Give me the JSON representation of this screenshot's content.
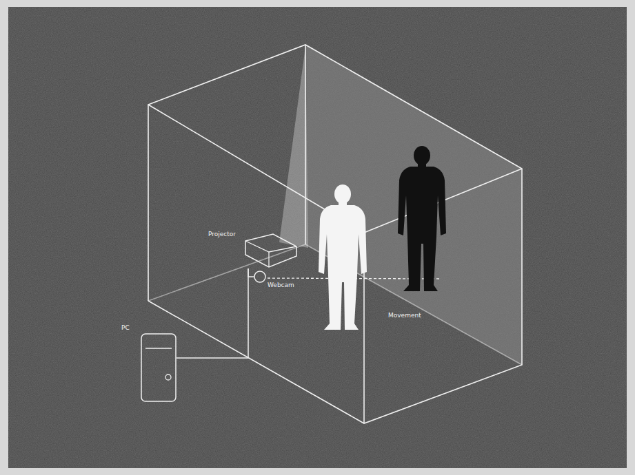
{
  "diagram": {
    "nodes": [
      {
        "text": [
          "Projector"
        ]
      },
      {
        "text": [
          "Webcam"
        ]
      },
      {
        "text": [
          "PC"
        ]
      }
    ],
    "edges": [
      {
        "from": 2,
        "to": 0,
        "arrow": "none"
      },
      {
        "from": 1,
        "to": 0,
        "arrow": "none"
      }
    ],
    "labels": [
      "Movement"
    ]
  }
}
